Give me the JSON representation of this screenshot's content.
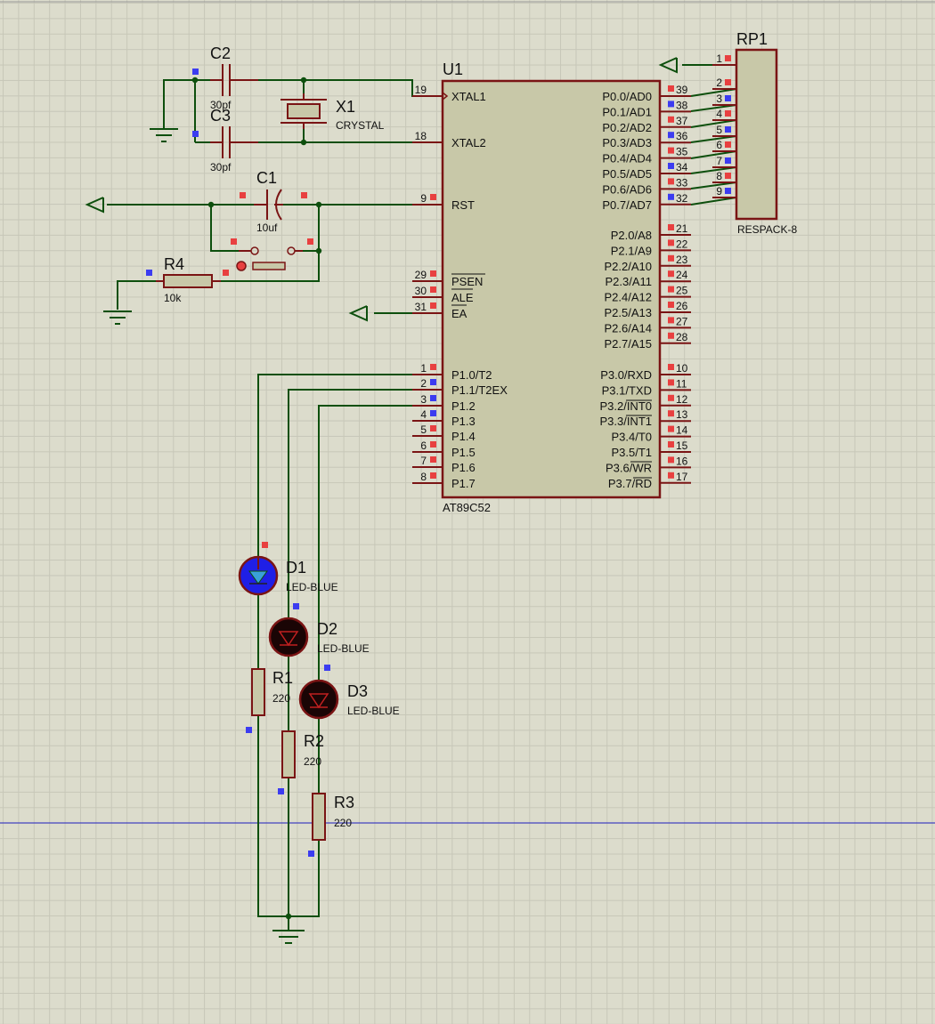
{
  "u1": {
    "ref": "U1",
    "part": "AT89C52",
    "left_pins": [
      {
        "num": "19",
        "name": "XTAL1"
      },
      {
        "num": "18",
        "name": "XTAL2"
      },
      {
        "num": "9",
        "name": "RST"
      },
      {
        "num": "29",
        "name": "PSEN"
      },
      {
        "num": "30",
        "name": "ALE"
      },
      {
        "num": "31",
        "name": "EA"
      },
      {
        "num": "1",
        "name": "P1.0/T2"
      },
      {
        "num": "2",
        "name": "P1.1/T2EX"
      },
      {
        "num": "3",
        "name": "P1.2"
      },
      {
        "num": "4",
        "name": "P1.3"
      },
      {
        "num": "5",
        "name": "P1.4"
      },
      {
        "num": "6",
        "name": "P1.5"
      },
      {
        "num": "7",
        "name": "P1.6"
      },
      {
        "num": "8",
        "name": "P1.7"
      }
    ],
    "right_pins": [
      {
        "num": "39",
        "name": "P0.0/AD0"
      },
      {
        "num": "38",
        "name": "P0.1/AD1"
      },
      {
        "num": "37",
        "name": "P0.2/AD2"
      },
      {
        "num": "36",
        "name": "P0.3/AD3"
      },
      {
        "num": "35",
        "name": "P0.4/AD4"
      },
      {
        "num": "34",
        "name": "P0.5/AD5"
      },
      {
        "num": "33",
        "name": "P0.6/AD6"
      },
      {
        "num": "32",
        "name": "P0.7/AD7"
      },
      {
        "num": "21",
        "name": "P2.0/A8"
      },
      {
        "num": "22",
        "name": "P2.1/A9"
      },
      {
        "num": "23",
        "name": "P2.2/A10"
      },
      {
        "num": "24",
        "name": "P2.3/A11"
      },
      {
        "num": "25",
        "name": "P2.4/A12"
      },
      {
        "num": "26",
        "name": "P2.5/A13"
      },
      {
        "num": "27",
        "name": "P2.6/A14"
      },
      {
        "num": "28",
        "name": "P2.7/A15"
      },
      {
        "num": "10",
        "name": "P3.0/RXD"
      },
      {
        "num": "11",
        "name": "P3.1/TXD"
      },
      {
        "num": "12",
        "name": "P3.2/INT0"
      },
      {
        "num": "13",
        "name": "P3.3/INT1"
      },
      {
        "num": "14",
        "name": "P3.4/T0"
      },
      {
        "num": "15",
        "name": "P3.5/T1"
      },
      {
        "num": "16",
        "name": "P3.6/WR"
      },
      {
        "num": "17",
        "name": "P3.7/RD"
      }
    ]
  },
  "rp1": {
    "ref": "RP1",
    "part": "RESPACK-8",
    "pins": [
      "1",
      "2",
      "3",
      "4",
      "5",
      "6",
      "7",
      "8",
      "9"
    ]
  },
  "c2": {
    "ref": "C2",
    "value": "30pf"
  },
  "c3": {
    "ref": "C3",
    "value": "30pf"
  },
  "x1": {
    "ref": "X1",
    "value": "CRYSTAL"
  },
  "c1": {
    "ref": "C1",
    "value": "10uf"
  },
  "r4": {
    "ref": "R4",
    "value": "10k"
  },
  "d1": {
    "ref": "D1",
    "value": "LED-BLUE"
  },
  "d2": {
    "ref": "D2",
    "value": "LED-BLUE"
  },
  "d3": {
    "ref": "D3",
    "value": "LED-BLUE"
  },
  "r1": {
    "ref": "R1",
    "value": "220"
  },
  "r2": {
    "ref": "R2",
    "value": "220"
  },
  "r3": {
    "ref": "R3",
    "value": "220"
  }
}
